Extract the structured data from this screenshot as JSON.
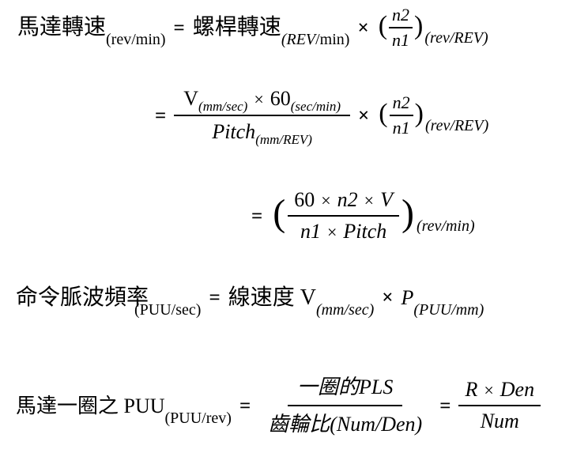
{
  "page": {
    "background": "#ffffff",
    "text_color": "#000000"
  },
  "eq1": {
    "lhs": "馬達轉速",
    "lhs_sub": "(rev/min)",
    "equals": "=",
    "rhs": "螺桿轉速",
    "rhs_sub_italic": "(REV",
    "rhs_sub_roman": "/min)",
    "times": "×",
    "lparen": "(",
    "frac_num": "n2",
    "frac_den": "n1",
    "rparen": ")",
    "unit_sub": "(rev/REV)"
  },
  "eq2": {
    "equals": "=",
    "num_v": "V",
    "num_v_sub": "(mm/sec)",
    "num_times": "×",
    "num_60": "60",
    "num_60_sub": "(sec/min)",
    "den_pitch": "Pitch",
    "den_pitch_sub": "(mm/REV)",
    "times": "×",
    "lparen": "(",
    "frac_num": "n2",
    "frac_den": "n1",
    "rparen": ")",
    "unit_sub": "(rev/REV)"
  },
  "eq3": {
    "equals": "=",
    "lparen": "(",
    "num_60": "60",
    "num_times1": "×",
    "num_n2": "n2",
    "num_times2": "×",
    "num_v": "V",
    "den_n1": "n1",
    "den_times": "×",
    "den_pitch": "Pitch",
    "rparen": ")",
    "unit_sub": "(rev/min)"
  },
  "eq4": {
    "lhs": "命令脈波頻率",
    "lhs_sub": "(PUU/sec)",
    "equals": "=",
    "rhs_label": "線速度 V",
    "rhs_sub": "(mm/sec)",
    "times": "×",
    "p": "P",
    "p_sub": "(PUU/mm)"
  },
  "eq5": {
    "lhs": "馬達一圈之 PUU",
    "lhs_sub": "(PUU/rev)",
    "equals1": "=",
    "f1_num": "一圈的PLS",
    "f1_den": "齒輪比(Num/Den)",
    "equals2": "=",
    "f2_num_a": "R",
    "f2_num_op": "×",
    "f2_num_b": "Den",
    "f2_den": "Num"
  }
}
